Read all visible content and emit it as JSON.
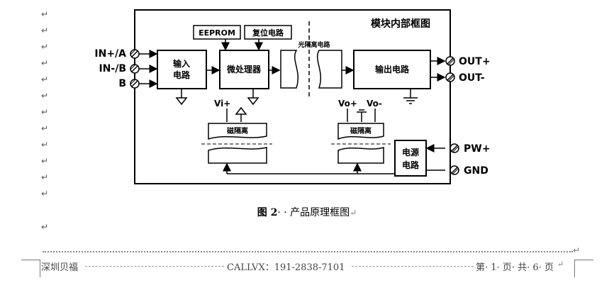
{
  "diagram": {
    "module_title": "模块内部框图",
    "inputs": [
      "IN+/A",
      "IN-/B",
      "B"
    ],
    "outputs": [
      "OUT+",
      "OUT-"
    ],
    "power_terminals": [
      "PW+",
      "GND"
    ],
    "blocks": {
      "eeprom": "EEPROM",
      "reset": "复位电路",
      "input_circuit_l1": "输入",
      "input_circuit_l2": "电路",
      "mcu": "微处理器",
      "optical_isolation": "光隔离电路",
      "output_circuit": "输出电路",
      "mag_iso_left": "磁隔离",
      "mag_iso_right": "磁隔离",
      "power_l1": "电源",
      "power_l2": "电路"
    },
    "rails": {
      "vi_plus": "Vi+",
      "vo_plus": "Vo+",
      "vo_minus": "Vo-"
    }
  },
  "caption": {
    "figure": "图 2",
    "title": "· · 产品原理框图",
    "mark": "↵"
  },
  "footer": {
    "company": "深圳贝福",
    "contact": "CALLVX：191-2838-7101",
    "page": "第· 1· 页· 共· 6· 页",
    "mark": "↵"
  },
  "paragraph_mark": "↵"
}
